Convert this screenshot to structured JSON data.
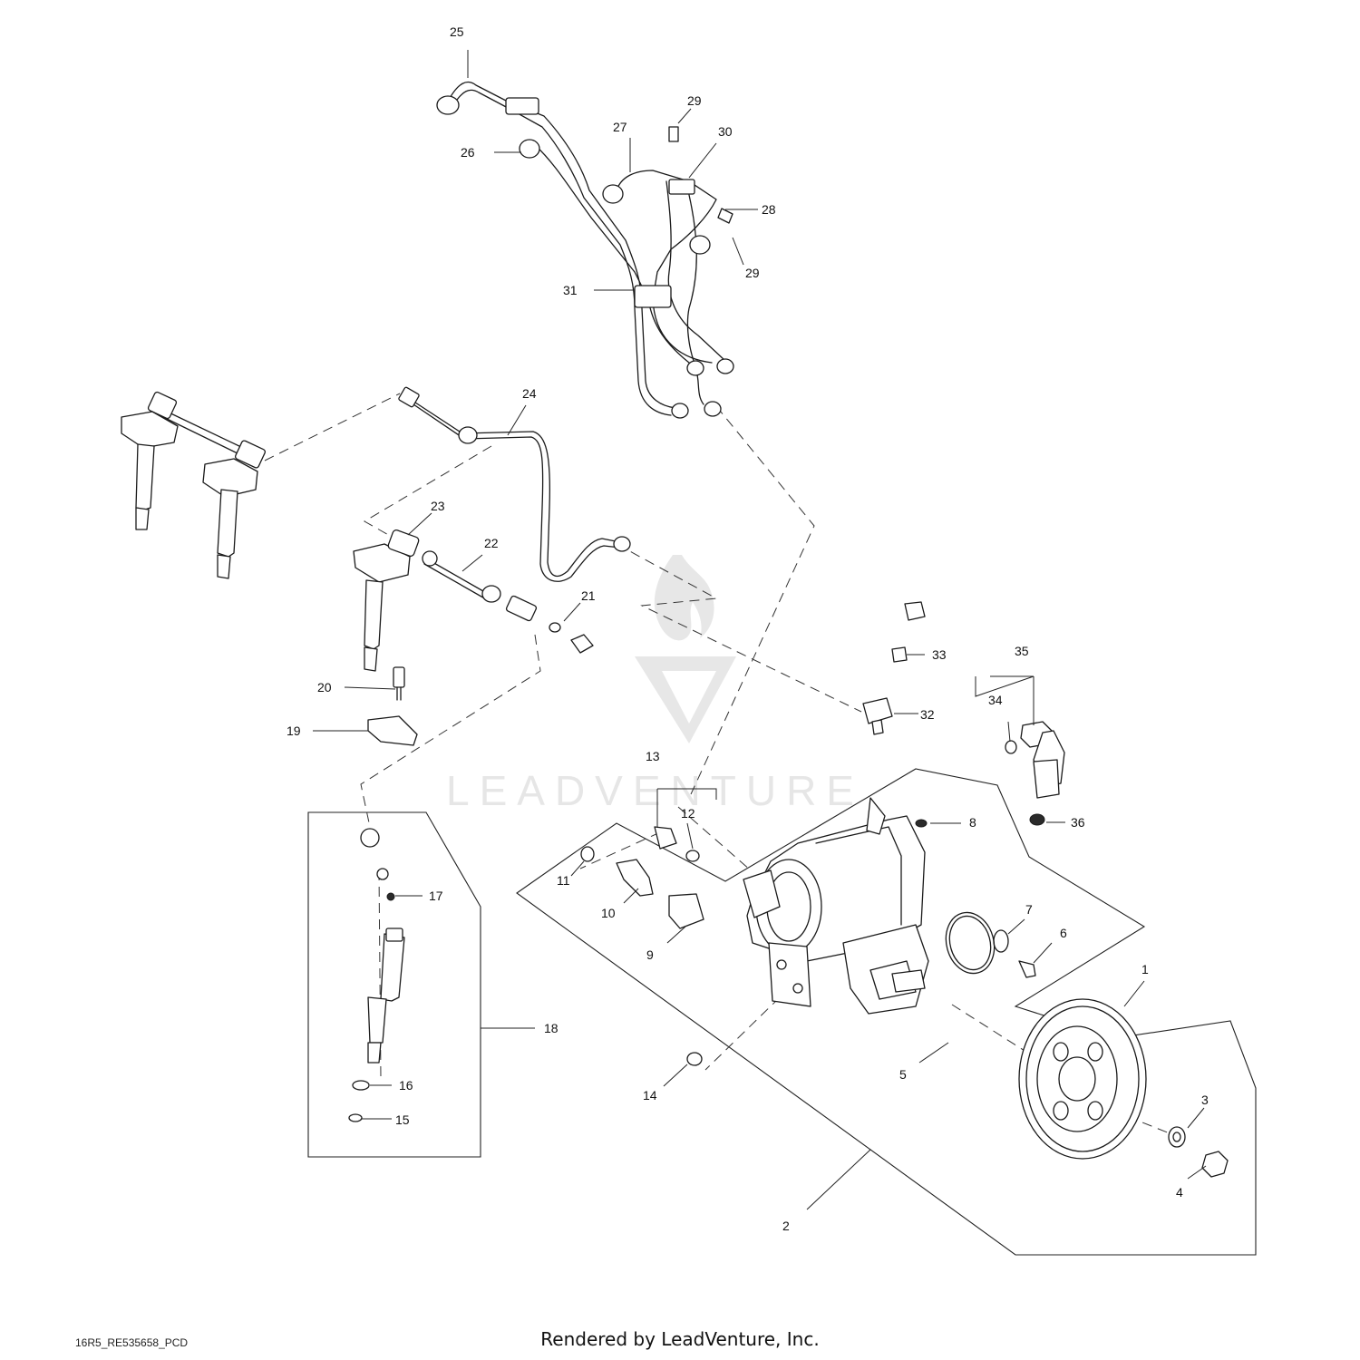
{
  "watermark": {
    "brand": "LEADVENTURE"
  },
  "footer": {
    "doc_code": "16R5_RE535658_PCD",
    "rendered_by": "Rendered by LeadVenture, Inc."
  },
  "callouts": {
    "c1": "1",
    "c2": "2",
    "c3": "3",
    "c4": "4",
    "c5": "5",
    "c6": "6",
    "c7": "7",
    "c8": "8",
    "c9": "9",
    "c10": "10",
    "c11": "11",
    "c12": "12",
    "c13": "13",
    "c14": "14",
    "c15": "15",
    "c16": "16",
    "c17": "17",
    "c18": "18",
    "c19": "19",
    "c20": "20",
    "c21": "21",
    "c22": "22",
    "c23": "23",
    "c24": "24",
    "c25": "25",
    "c26": "26",
    "c27": "27",
    "c28": "28",
    "c29a": "29",
    "c29b": "29",
    "c30": "30",
    "c31": "31",
    "c32": "32",
    "c33": "33",
    "c34": "34",
    "c35": "35",
    "c36": "36"
  }
}
